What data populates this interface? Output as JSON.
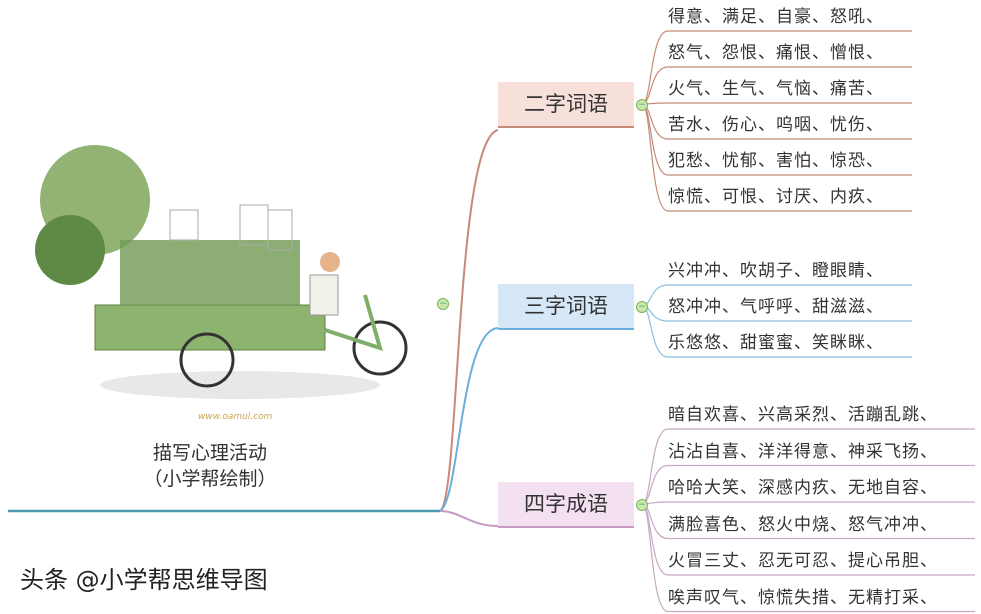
{
  "center": {
    "title": "描写心理活动",
    "subtitle": "（小学帮绘制）",
    "illustration_caption": "www.oamul.com"
  },
  "branches": [
    {
      "label": "二字词语",
      "color": "#f8e0da",
      "line_color": "#c58b78",
      "items": [
        "得意、满足、自豪、怒吼、",
        "怒气、怨恨、痛恨、憎恨、",
        "火气、生气、气恼、痛苦、",
        "苦水、伤心、呜咽、忧伤、",
        "犯愁、忧郁、害怕、惊恐、",
        "惊慌、可恨、讨厌、内疚、"
      ]
    },
    {
      "label": "三字词语",
      "color": "#d6e8f7",
      "line_color": "#6aaedc",
      "items": [
        "兴冲冲、吹胡子、瞪眼睛、",
        "怒冲冲、气呼呼、甜滋滋、",
        "乐悠悠、甜蜜蜜、笑眯眯、"
      ]
    },
    {
      "label": "四字成语",
      "color": "#f3e0f0",
      "line_color": "#c79bc4",
      "items": [
        "暗自欢喜、兴高采烈、活蹦乱跳、",
        "沾沾自喜、洋洋得意、神采飞扬、",
        "哈哈大笑、深感内疚、无地自容、",
        "满脸喜色、怒火中烧、怒气冲冲、",
        "火冒三丈、忍无可忍、提心吊胆、",
        "唉声叹气、惊慌失措、无精打采、"
      ]
    }
  ],
  "watermark": "头条 @小学帮思维导图",
  "toggle_symbol": "⊖"
}
